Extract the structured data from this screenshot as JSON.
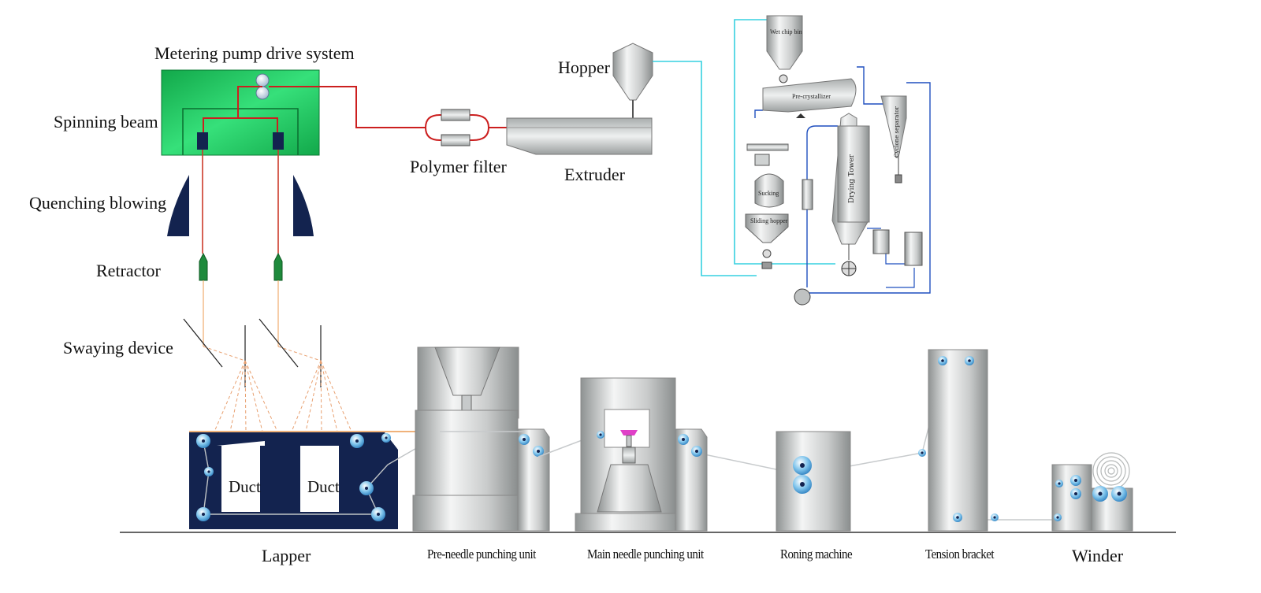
{
  "labels": {
    "metering_pump": "Metering pump drive system",
    "spinning_beam": "Spinning beam",
    "quenching": "Quenching blowing",
    "retractor": "Retractor",
    "swaying": "Swaying device",
    "polymer_filter": "Polymer filter",
    "hopper": "Hopper",
    "extruder": "Extruder",
    "duct": "Duct",
    "lapper": "Lapper",
    "pre_needle": "Pre-needle punching unit",
    "main_needle": "Main needle punching unit",
    "ironing": "Roning machine",
    "tension": "Tension bracket",
    "winder": "Winder"
  },
  "dryer_labels": {
    "wet_bin": "Wet chip bin",
    "pre_crystallizer": "Pre-crystallizer",
    "drying_tower": "Drying Tower",
    "cyclone": "Cyclone separator",
    "sucking": "Sucking",
    "sliding_hopper": "Sliding hopper"
  },
  "colors": {
    "navy": "#13234f",
    "green_beam": "#19c15a",
    "polymer_red": "#cc1f1f",
    "fiber": "#f0b27a",
    "machine_gray": "#b9bcbc",
    "cyan_pipe": "#36d0e0",
    "blue_pipe": "#1f4fbf",
    "needle_magenta": "#e040c8",
    "retractor_green": "#1e8a3c"
  }
}
